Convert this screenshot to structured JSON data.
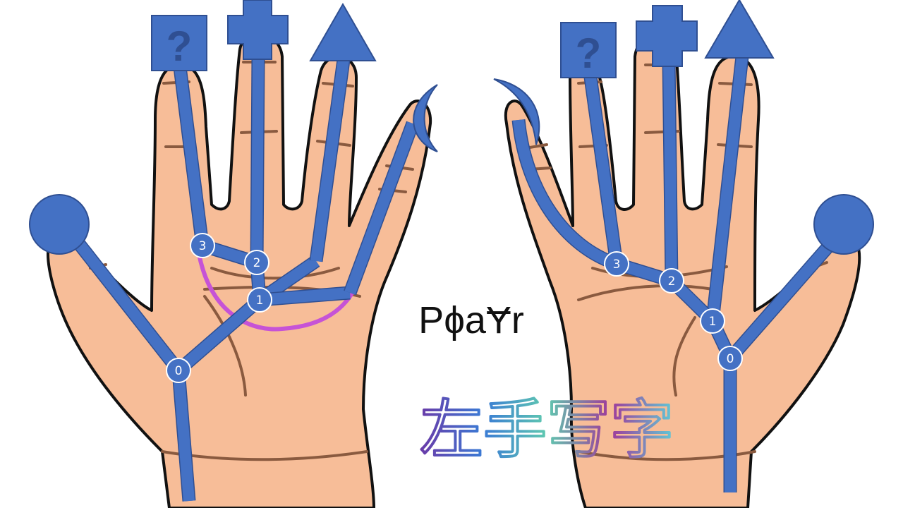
{
  "colors": {
    "skin": "#f7bd98",
    "outline": "#111111",
    "crease": "#8a5a3f",
    "accent": "#4471c4",
    "arc": "#c653d6",
    "text": "#111111"
  },
  "center_title": "PɸaɎr",
  "script_caption": "左手写字",
  "hands": {
    "left": {
      "node_labels": [
        "0",
        "1",
        "2",
        "3"
      ],
      "fingertip_icons": [
        "question-mark-icon",
        "plus-icon",
        "triangle-icon",
        "crescent-icon",
        "circle-icon"
      ],
      "question_glyph": "?"
    },
    "right": {
      "node_labels": [
        "0",
        "1",
        "2",
        "3"
      ],
      "fingertip_icons": [
        "question-mark-icon",
        "plus-icon",
        "triangle-icon",
        "crescent-icon",
        "circle-icon"
      ],
      "question_glyph": "?"
    }
  }
}
